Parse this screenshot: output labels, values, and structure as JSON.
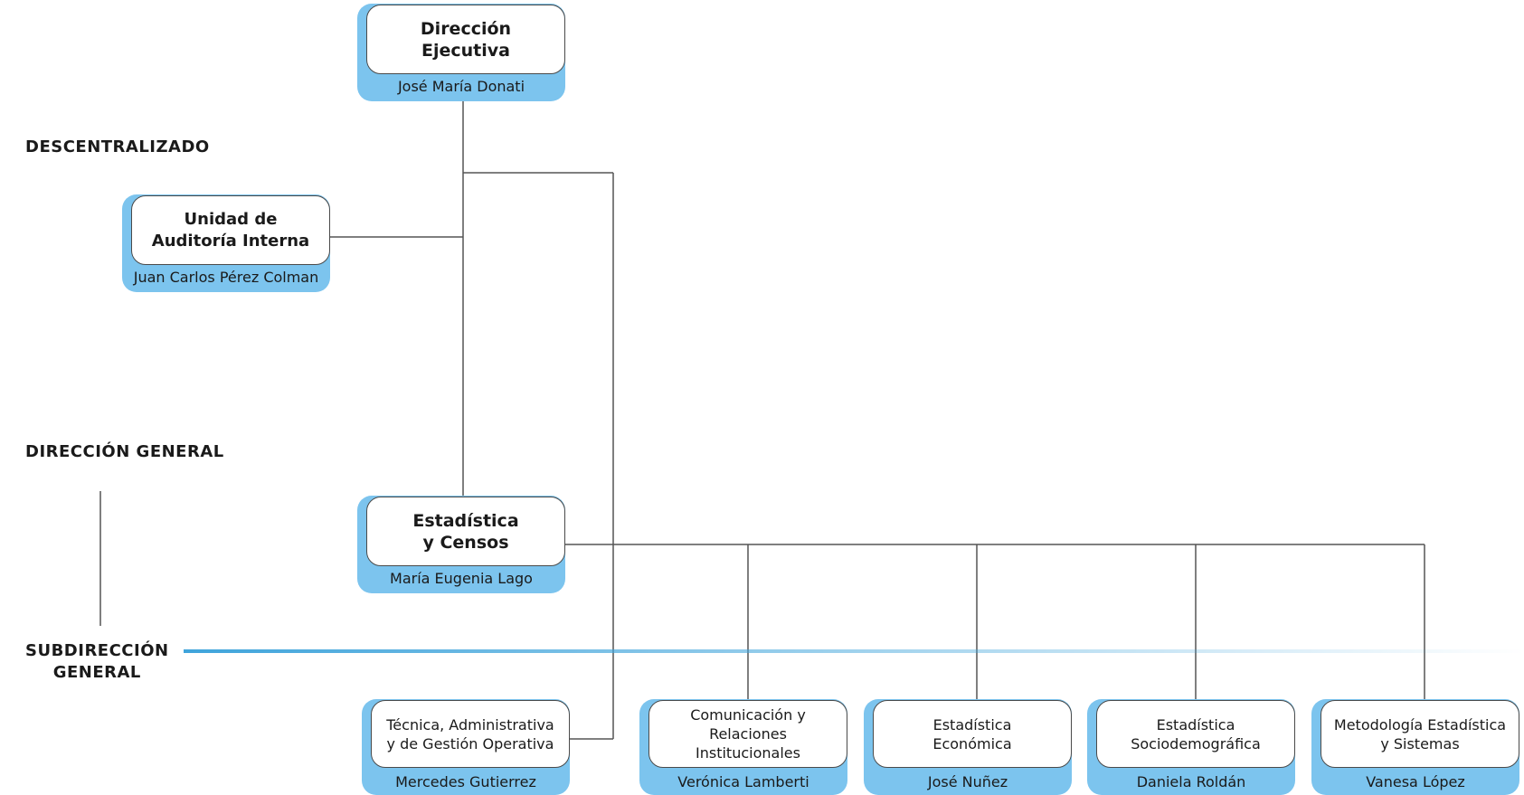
{
  "levels": {
    "descentralizado": "DESCENTRALIZADO",
    "direccion_general": "DIRECCIÓN GENERAL",
    "subdireccion_general": "SUBDIRECCIÓN\nGENERAL"
  },
  "colors": {
    "accent_blue": "#7cc4ee",
    "line": "#555555",
    "gradient_start": "#3fa4db"
  },
  "nodes": {
    "direccion_ejecutiva": {
      "title": "Dirección\nEjecutiva",
      "person": "José María Donati"
    },
    "auditoria": {
      "title": "Unidad de\nAuditoría Interna",
      "person": "Juan Carlos Pérez Colman"
    },
    "estadistica_censos": {
      "title": "Estadística\ny Censos",
      "person": "María Eugenia Lago"
    },
    "tecnica": {
      "title": "Técnica, Administrativa\ny de Gestión Operativa",
      "person": "Mercedes Gutierrez"
    },
    "comunicacion": {
      "title": "Comunicación y\nRelaciones\nInstitucionales",
      "person": "Verónica Lamberti"
    },
    "economica": {
      "title": "Estadística\nEconómica",
      "person": "José Nuñez"
    },
    "sociodemografica": {
      "title": "Estadística\nSociodemográfica",
      "person": "Daniela Roldán"
    },
    "metodologia": {
      "title": "Metodología Estadística\ny Sistemas",
      "person": "Vanesa López"
    }
  }
}
